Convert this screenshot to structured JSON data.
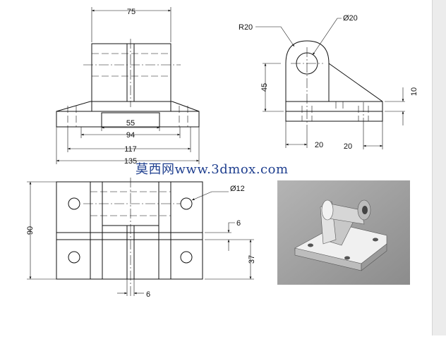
{
  "colors": {
    "line": "#111111",
    "watermark": "#1f3f8f",
    "render_background": "#a0a0a0",
    "part_shade": "#d8d8d8"
  },
  "watermark": {
    "text": "莫西网www.3dmox.com"
  },
  "front_view": {
    "dim_top_width": "75",
    "dim_55": "55",
    "dim_94": "94",
    "dim_117": "117",
    "dim_135": "135"
  },
  "side_view": {
    "dim_radius": "R20",
    "dim_hole": "Ø20",
    "dim_height": "45",
    "dim_thickness": "10",
    "dim_left_20": "20",
    "dim_right_20": "20"
  },
  "top_view": {
    "dim_hole": "Ø12",
    "dim_height": "90",
    "dim_slot_6": "6",
    "dim_37": "37",
    "dim_bottom_6": "6"
  },
  "render": {
    "icon": "isometric-part-render"
  }
}
